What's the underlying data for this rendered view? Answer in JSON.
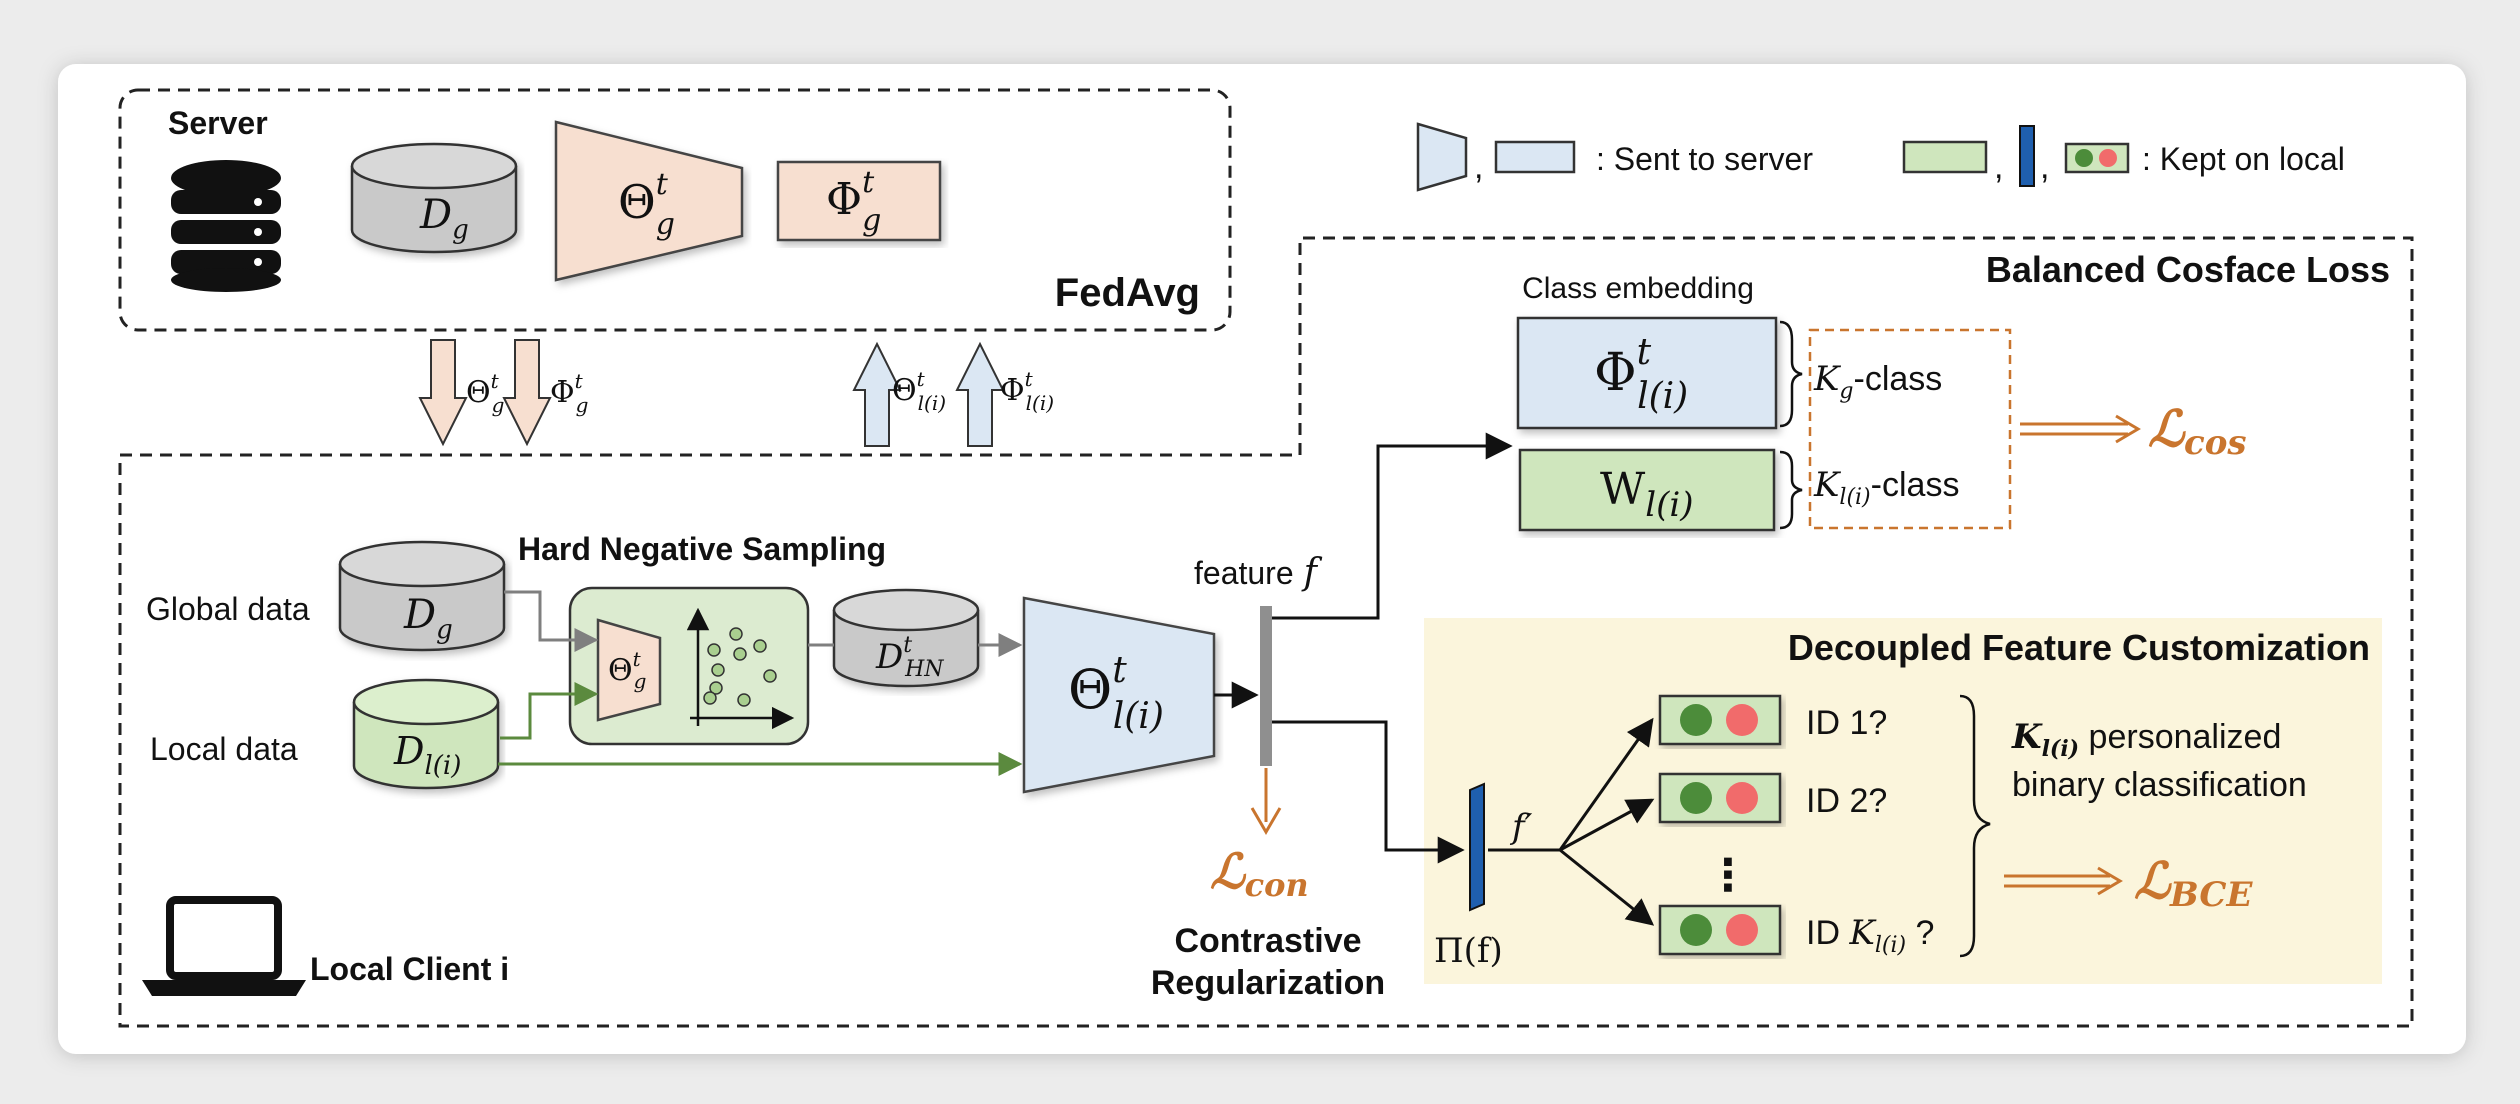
{
  "server": {
    "title": "Server",
    "data_sym": "D",
    "data_sub": "g",
    "theta_sym": "Θ",
    "theta_sup": "t",
    "theta_sub": "g",
    "phi_sym": "Φ",
    "phi_sup": "t",
    "phi_sub": "g",
    "method": "FedAvg"
  },
  "legend": {
    "sent_label": ": Sent to server",
    "kept_label": ": Kept on local",
    "separator": ","
  },
  "down_arrows": {
    "theta": "Θ",
    "theta_sup": "t",
    "theta_sub": "g",
    "phi": "Φ",
    "phi_sup": "t",
    "phi_sub": "g"
  },
  "up_arrows": {
    "theta": "Θ",
    "theta_sup": "t",
    "theta_sub": "l(i)",
    "phi": "Φ",
    "phi_sup": "t",
    "phi_sub": "l(i)"
  },
  "client": {
    "title": "Local Client i",
    "global_data_label": "Global data",
    "local_data_label": "Local data",
    "dg_sym": "D",
    "dg_sub": "g",
    "dl_sym": "D",
    "dl_sub": "l(i)",
    "hns_title": "Hard Negative Sampling",
    "hns_theta": "Θ",
    "hns_theta_sup": "t",
    "hns_theta_sub": "g",
    "dhn_sym": "D",
    "dhn_sup": "t",
    "dhn_sub": "HN",
    "encoder_sym": "Θ",
    "encoder_sup": "t",
    "encoder_sub": "l(i)",
    "feature_label": "feature",
    "feature_sym": "f",
    "lcon_sym": "ℒ",
    "lcon_sub": "con",
    "contrastive_line1": "Contrastive",
    "contrastive_line2": "Regularization"
  },
  "cosface": {
    "title": "Balanced Cosface Loss",
    "class_embedding_label": "Class embedding",
    "phi_sym": "Φ",
    "phi_sup": "t",
    "phi_sub": "l(i)",
    "w_sym": "W",
    "w_sub": "l(i)",
    "kg_sym": "K",
    "kg_sub": "g",
    "kg_suffix": "-class",
    "kl_sym": "K",
    "kl_sub": "l(i)",
    "kl_suffix": "-class",
    "lcos_sym": "ℒ",
    "lcos_sub": "cos"
  },
  "dfc": {
    "title": "Decoupled Feature Customization",
    "fprime": "f′",
    "pi_label": "Π(f)",
    "id1": "ID 1?",
    "id2": "ID 2?",
    "dots": "⋮",
    "idk_prefix": "ID ",
    "idk_sym": "K",
    "idk_sub": "l(i)",
    "idk_suffix": " ?",
    "pers_k": "K",
    "pers_sub": "l(i)",
    "pers_line1_rest": " personalized",
    "pers_line2": "binary classification",
    "lbce_sym": "ℒ",
    "lbce_sub": "BCE"
  },
  "colors": {
    "peach": "#f7dfd0",
    "light_blue": "#dbe7f3",
    "light_green": "#cfe6bd",
    "gray": "#c9c9c9",
    "dark_blue": "#1f5fae",
    "orange": "#c9752e",
    "green_dot": "#4c8c3a",
    "red_dot": "#f16b6b",
    "dfc_bg": "#fbf5dc"
  }
}
